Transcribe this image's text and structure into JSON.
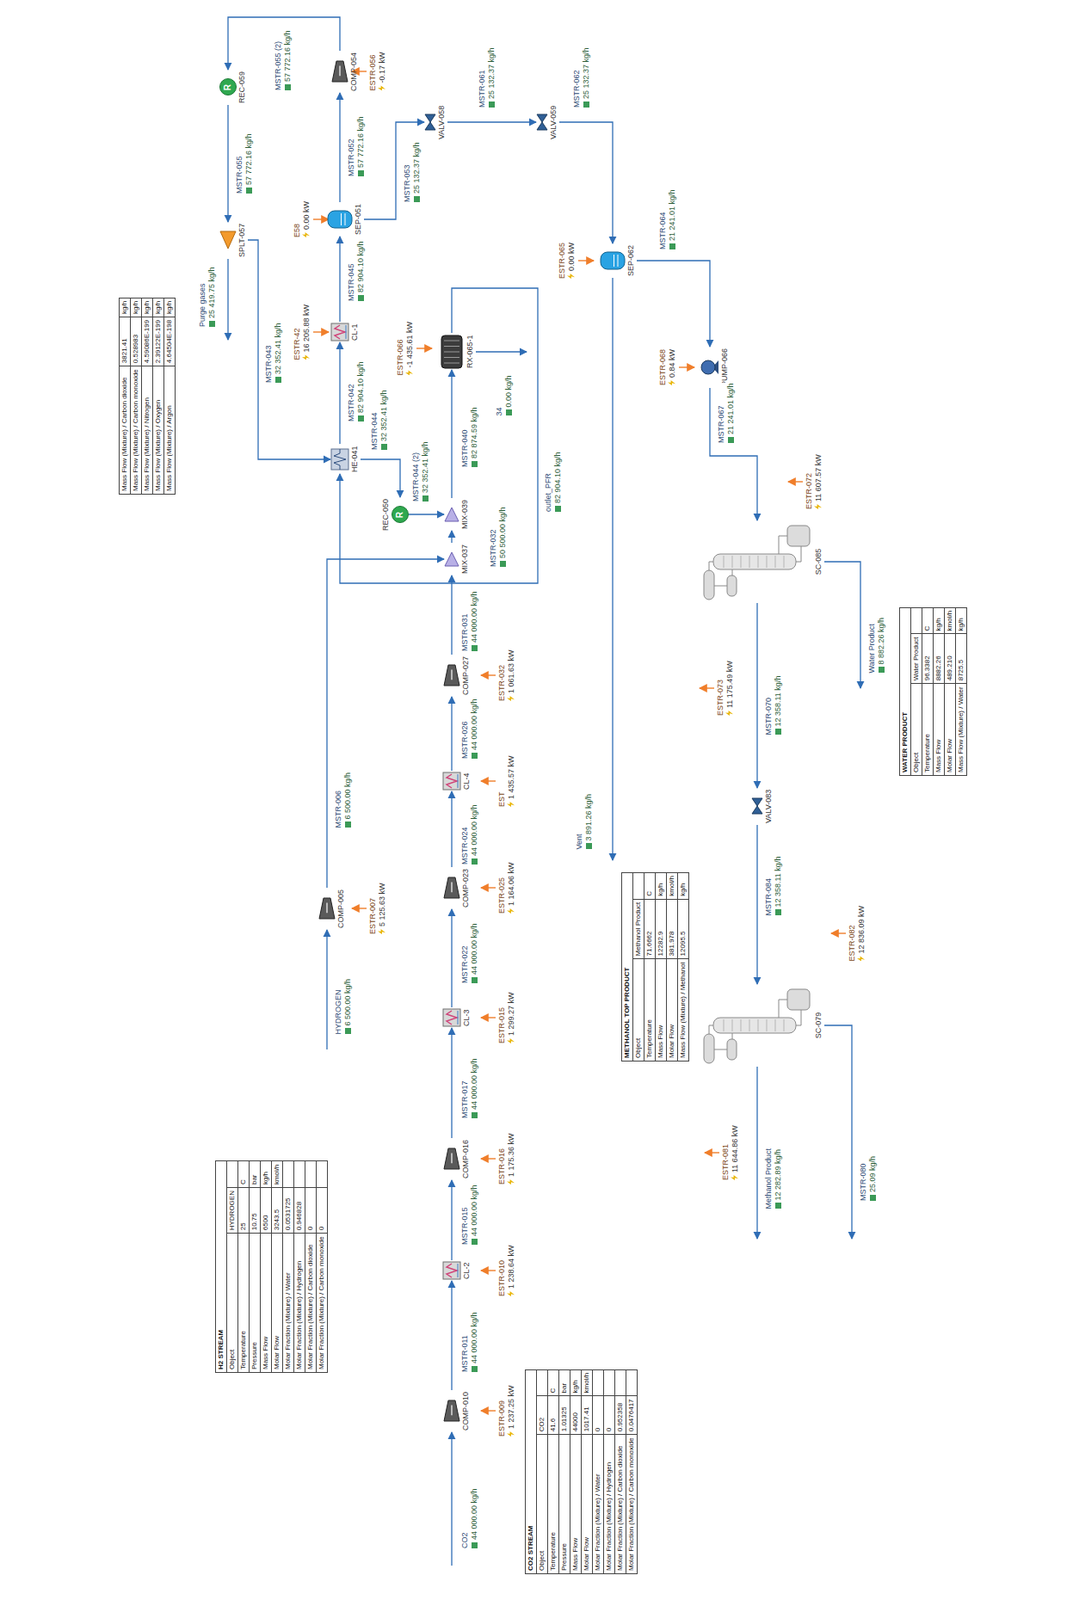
{
  "diagram": {
    "nodes": [
      {
        "text": [
          "COMP-010"
        ]
      },
      {
        "text": [
          "CL-2"
        ]
      },
      {
        "text": [
          "COMP-016"
        ]
      },
      {
        "text": [
          "CL-3"
        ]
      },
      {
        "text": [
          "COMP-023"
        ]
      },
      {
        "text": [
          "CL-4"
        ]
      },
      {
        "text": [
          "COMP-027"
        ]
      },
      {
        "text": [
          "COMP-005"
        ]
      },
      {
        "text": [
          "MIX-037"
        ]
      },
      {
        "text": [
          "MIX-039"
        ]
      },
      {
        "text": [
          "RX-065-1"
        ]
      },
      {
        "text": [
          "HE-041"
        ]
      },
      {
        "text": [
          "R",
          "REC-050"
        ]
      },
      {
        "text": [
          "CL-1"
        ]
      },
      {
        "text": [
          "SEP-051"
        ]
      },
      {
        "text": [
          "COMP-054"
        ]
      },
      {
        "text": [
          "R",
          "REC-059"
        ]
      },
      {
        "text": [
          "SPLT-057"
        ]
      },
      {
        "text": [
          "VALV-058"
        ]
      },
      {
        "text": [
          "VALV-059"
        ]
      },
      {
        "text": [
          "SEP-062"
        ]
      },
      {
        "text": [
          "PUMP-066"
        ]
      },
      {
        "text": [
          "SC-085"
        ]
      },
      {
        "text": [
          "VALV-083"
        ]
      },
      {
        "text": [
          "SC-079"
        ]
      }
    ],
    "edges": [
      {
        "from": 0,
        "to": 1,
        "arrow": "to"
      },
      {
        "from": 1,
        "to": 2,
        "arrow": "to"
      },
      {
        "from": 2,
        "to": 3,
        "arrow": "to"
      },
      {
        "from": 3,
        "to": 4,
        "arrow": "to"
      },
      {
        "from": 4,
        "to": 5,
        "arrow": "to"
      },
      {
        "from": 5,
        "to": 6,
        "arrow": "to"
      },
      {
        "from": 6,
        "to": 8,
        "arrow": "to"
      },
      {
        "from": 7,
        "to": 8,
        "arrow": "to"
      },
      {
        "from": 8,
        "to": 9,
        "arrow": "to"
      },
      {
        "from": 12,
        "to": 9,
        "arrow": "to"
      },
      {
        "from": 9,
        "to": 10,
        "arrow": "to"
      },
      {
        "from": 10,
        "to": 11,
        "arrow": "to"
      },
      {
        "from": 11,
        "to": 12,
        "arrow": "to"
      },
      {
        "from": 11,
        "to": 13,
        "arrow": "to"
      },
      {
        "from": 13,
        "to": 14,
        "arrow": "to"
      },
      {
        "from": 14,
        "to": 15,
        "arrow": "to"
      },
      {
        "from": 15,
        "to": 16,
        "arrow": "to"
      },
      {
        "from": 16,
        "to": 17,
        "arrow": "to"
      },
      {
        "from": 17,
        "to": 11,
        "arrow": "to"
      },
      {
        "from": 14,
        "to": 18,
        "arrow": "to"
      },
      {
        "from": 18,
        "to": 19,
        "arrow": "to"
      },
      {
        "from": 19,
        "to": 20,
        "arrow": "to"
      },
      {
        "from": 20,
        "to": 21,
        "arrow": "to"
      },
      {
        "from": 21,
        "to": 22,
        "arrow": "to"
      },
      {
        "from": 22,
        "to": 23,
        "arrow": "to"
      },
      {
        "from": 23,
        "to": 24,
        "arrow": "to"
      }
    ],
    "labels": [
      "CO2",
      "44 000.00 kg/h",
      "MSTR-011",
      "44 000.00 kg/h",
      "MSTR-015",
      "44 000.00 kg/h",
      "MSTR-017",
      "44 000.00 kg/h",
      "MSTR-022",
      "44 000.00 kg/h",
      "MSTR-024",
      "44 000.00 kg/h",
      "MSTR-026",
      "44 000.00 kg/h",
      "MSTR-031",
      "44 000.00 kg/h",
      "MSTR-032",
      "50 500.00 kg/h",
      "HYDROGEN",
      "6 500.00 kg/h",
      "MSTR-006",
      "6 500.00 kg/h",
      "MSTR-040",
      "82 874.59 kg/h",
      "MSTR-044",
      "32 352.41 kg/h",
      "MSTR-044 (2)",
      "32 352.41 kg/h",
      "outlet_PFR",
      "82 904.10 kg/h",
      "MSTR-042",
      "82 904.10 kg/h",
      "MSTR-045",
      "82 904.10 kg/h",
      "MSTR-043",
      "32 352.41 kg/h",
      "Purge gases",
      "25 419.75 kg/h",
      "MSTR-052",
      "57 772.16 kg/h",
      "MSTR-055 (2)",
      "57 772.16 kg/h",
      "MSTR-055",
      "57 772.16 kg/h",
      "MSTR-053",
      "25 132.37 kg/h",
      "MSTR-061",
      "25 132.37 kg/h",
      "MSTR-062",
      "25 132.37 kg/h",
      "MSTR-064",
      "21 241.01 kg/h",
      "MSTR-067",
      "21 241.01 kg/h",
      "MSTR-070",
      "12 358.11 kg/h",
      "MSTR-084",
      "12 358.11 kg/h",
      "Vent",
      "3 891.26 kg/h",
      "Water Product",
      "8 882.26 kg/h",
      "Methanol Product",
      "12 282.89 kg/h",
      "MSTR-080",
      "25.09 kg/h",
      "34",
      "0.00 kg/h",
      "ESTR-009",
      "1 237.25 kW",
      "ESTR-010",
      "1 238.64 kW",
      "ESTR-016",
      "1 175.36 kW",
      "ESTR-015",
      "1 299.27 kW",
      "ESTR-025",
      "1 164.06 kW",
      "EST",
      "1 435.57 kW",
      "ESTR-032",
      "1 061.63 kW",
      "ESTR-007",
      "5 125.63 kW",
      "ESTR-066",
      "-1 435.61 kW",
      "ESTR-42",
      "16 205.88 kW",
      "E58",
      "0.00 kW",
      "ESTR-056",
      "-0.17 kW",
      "ESTR-065",
      "0.00 kW",
      "ESTR-068",
      "0.84 kW",
      "ESTR-073",
      "11 175.49 kW",
      "ESTR-072",
      "11 607.57 kW",
      "ESTR-081",
      "11 644.86 kW",
      "ESTR-082",
      "12 836.09 kW",
      "Mass Flow (Mixture) / Carbon dioxide",
      "3821.41",
      "kg/h",
      "Mass Flow (Mixture) / Carbon monoxide",
      "0.528983",
      "kg/h",
      "Mass Flow (Mixture) / Nitrogen",
      "4.59086E-199",
      "kg/h",
      "Mass Flow (Mixture) / Oxygen",
      "2.39122E-199",
      "kg/h",
      "Mass Flow (Mixture) / Argon",
      "4.64504E-198",
      "kg/h",
      "H2 STREAM",
      "Object",
      "HYDROGEN",
      "Temperature",
      "25",
      "C",
      "Pressure",
      "10.75",
      "bar",
      "Mass Flow",
      "6500",
      "kg/h",
      "Molar Flow",
      "3243.5",
      "kmol/h",
      "Molar Fraction (Mixture) / Water",
      "0.0531725",
      "Molar Fraction (Mixture) / Hydrogen",
      "0.946828",
      "Molar Fraction (Mixture) / Carbon dioxide",
      "0",
      "Molar Fraction (Mixture) / Carbon monoxide",
      "0",
      "CO2 STREAM",
      "Object",
      "CO2",
      "Temperature",
      "41.6",
      "C",
      "Pressure",
      "1.01325",
      "bar",
      "Mass Flow",
      "44000",
      "kg/h",
      "Molar Flow",
      "1017.41",
      "kmol/h",
      "Molar Fraction (Mixture) / Water",
      "0",
      "Molar Fraction (Mixture) / Hydrogen",
      "0",
      "Molar Fraction (Mixture) / Carbon dioxide",
      "0.952358",
      "Molar Fraction (Mixture) / Carbon monoxide",
      "0.0476417",
      "METHANOL TOP PRODUCT",
      "Object",
      "Methanol Product",
      "Temperature",
      "71.6662",
      "C",
      "Mass Flow",
      "12282.9",
      "kg/h",
      "Molar Flow",
      "381.978",
      "kmol/h",
      "Mass Flow (Mixture) / Methanol",
      "12095.5",
      "kg/h",
      "WATER PRODUCT",
      "Object",
      "Water Product",
      "Temperature",
      "96.3382",
      "C",
      "Mass Flow",
      "8882.26",
      "kg/h",
      "Molar Flow",
      "489.210",
      "kmol/h",
      "Mass Flow (Mixture) / Water",
      "8725.5",
      "kg/h"
    ]
  }
}
